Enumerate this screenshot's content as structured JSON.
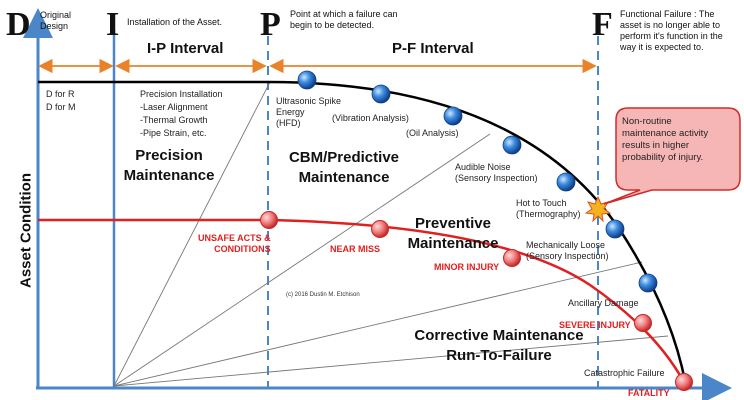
{
  "markers": {
    "d": {
      "letter": "D",
      "note": "Original Design"
    },
    "i": {
      "letter": "I",
      "note": "Installation of the Asset."
    },
    "p": {
      "letter": "P",
      "note": "Point at which a failure can begin to be detected."
    },
    "f": {
      "letter": "F",
      "note": "Functional Failure : The asset is no longer able to perform it's function in the way it is expected to."
    }
  },
  "intervals": {
    "ip": "I-P Interval",
    "pf": "P-F Interval"
  },
  "dfor": {
    "r": "D for R",
    "m": "D for M"
  },
  "precision_install": {
    "title": "Precision Installation",
    "items": [
      "-Laser Alignment",
      "-Thermal Growth",
      "-Pipe Strain, etc."
    ]
  },
  "zones": {
    "precision": [
      "Precision",
      "Maintenance"
    ],
    "cbm": [
      "CBM/Predictive",
      "Maintenance"
    ],
    "preventive": [
      "Preventive",
      "Maintenance"
    ],
    "corrective": [
      "Corrective Maintenance",
      "Run-To-Failure"
    ]
  },
  "detection": {
    "ultrasonic": [
      "Ultrasonic Spike",
      "Energy",
      "(HFD)"
    ],
    "vibration": "(Vibration Analysis)",
    "oil": "(Oil Analysis)",
    "audible": [
      "Audible Noise",
      "(Sensory Inspection)"
    ],
    "hot": [
      "Hot to Touch",
      "(Thermography)"
    ],
    "loose": [
      "Mechanically Loose",
      "(Sensory Inspection)"
    ],
    "ancillary": "Ancillary Damage",
    "catastrophic": "Catastrophic Failure"
  },
  "safety": {
    "unsafe": [
      "UNSAFE ACTS &",
      "CONDITIONS"
    ],
    "near_miss": "NEAR MISS",
    "minor": "MINOR INJURY",
    "severe": "SEVERE INJURY",
    "fatality": "FATALITY"
  },
  "callout": [
    "Non-routine",
    "maintenance activity",
    "results in higher",
    "probability of injury."
  ],
  "y_axis": "Asset Condition",
  "copyright": "(c) 2016 Dustin M. Etchison",
  "colors": {
    "axis": "#4a86c8",
    "interval": "#e8832a",
    "safety": "#e02020",
    "callout_fill": "#f7b6b6",
    "callout_stroke": "#d02b2b",
    "curve": "#000000"
  }
}
